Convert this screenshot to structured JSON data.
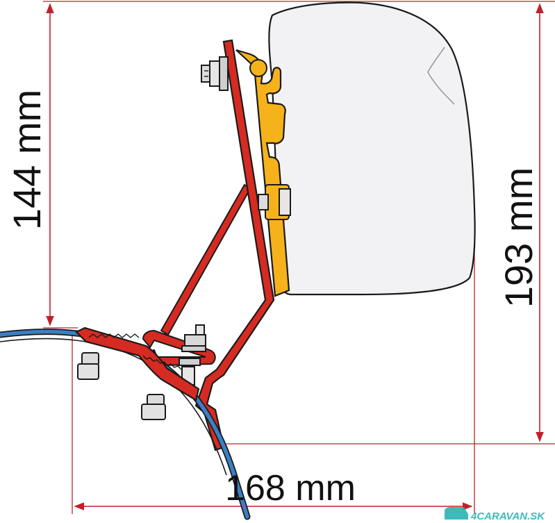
{
  "dimensions": {
    "height_left": "144 mm",
    "height_right": "193 mm",
    "width_bottom": "168 mm"
  },
  "watermark": {
    "text": "4CARAVAN.SK"
  },
  "colors": {
    "dimension_line": "#c0202a",
    "bracket_red": "#d62b22",
    "bracket_yellow": "#f5b21b",
    "vehicle_blue": "#3b7fc4",
    "awning_body": "#f2f2f4",
    "outline": "#1a1a1a",
    "watermark_teal": "#2bb3b3"
  }
}
